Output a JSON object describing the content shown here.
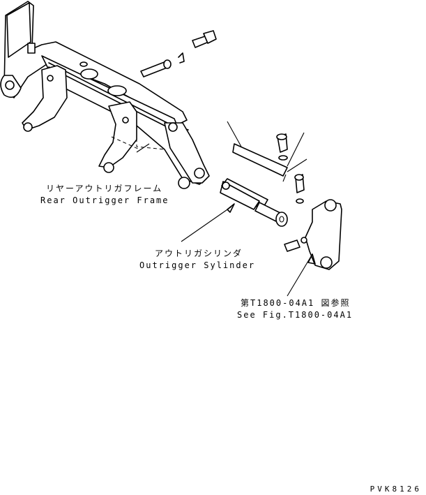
{
  "labels": {
    "rear_frame_jp": "リヤーアウトリガフレーム",
    "rear_frame_en": "Rear Outrigger Frame",
    "cylinder_jp": "アウトリガシリンダ",
    "cylinder_en": "Outrigger Sylinder",
    "ref_jp": "第T1800-04A1 図参照",
    "ref_en": "See Fig.T1800-04A1"
  },
  "drawing_code": "PVK8126",
  "colors": {
    "line": "#000000",
    "background": "#ffffff"
  }
}
